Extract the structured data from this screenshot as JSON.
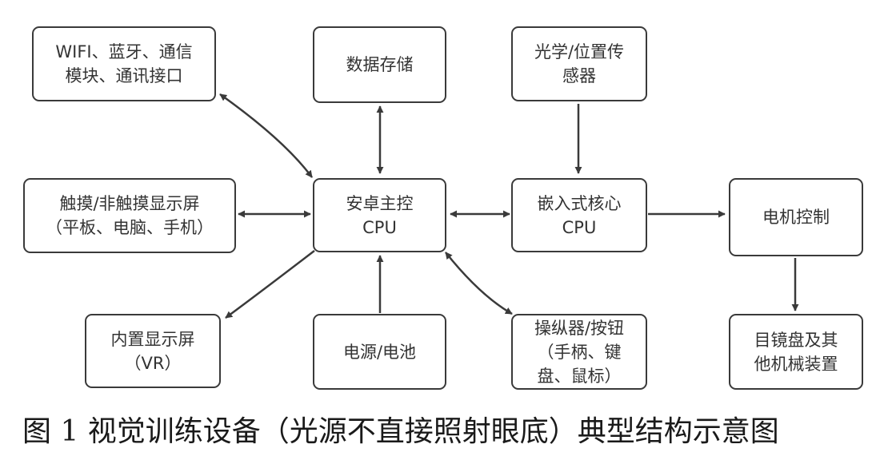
{
  "nodes": {
    "wifi": "WIFI、蓝牙、通信\n模块、通讯接口",
    "storage": "数据存储",
    "sensor": "光学/位置传\n感器",
    "touch_display": "触摸/非触摸显示屏\n（平板、电脑、手机）",
    "android_cpu": "安卓主控\nCPU",
    "embedded_cpu": "嵌入式核心\nCPU",
    "motor": "电机控制",
    "builtin_display": "内置显示屏\n（VR）",
    "power": "电源/电池",
    "controller": "操纵器/按钮\n（手柄、键\n盘、鼠标）",
    "eyepiece": "目镜盘及其\n他机械装置"
  },
  "caption": "图 1  视觉训练设备（光源不直接照射眼底）典型结构示意图",
  "colors": {
    "stroke": "#3a3a3a",
    "text": "#333333"
  }
}
